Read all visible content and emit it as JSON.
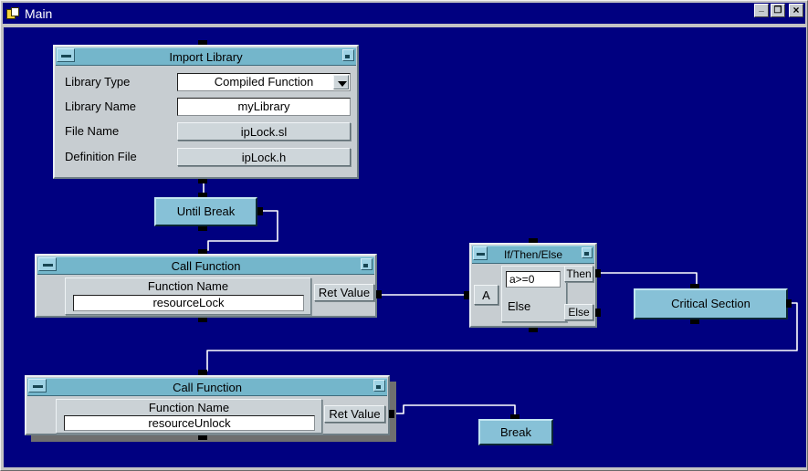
{
  "window": {
    "title": "Main",
    "controls": {
      "minimize": "_",
      "maximize": "❐",
      "close": "×"
    }
  },
  "colors": {
    "canvas": "#000080",
    "object_title": "#74b6cb",
    "object_body": "#c7cdd1",
    "action_box": "#87c1d7",
    "wire": "#ffffff",
    "pin": "#000000"
  },
  "import_library": {
    "title": "Import Library",
    "fields": [
      {
        "label": "Library Type",
        "value": "Compiled Function",
        "type": "dropdown"
      },
      {
        "label": "Library Name",
        "value": "myLibrary",
        "type": "input"
      },
      {
        "label": "File Name",
        "value": "ipLock.sl",
        "type": "button"
      },
      {
        "label": "Definition File",
        "value": "ipLock.h",
        "type": "button"
      }
    ]
  },
  "until_break": {
    "label": "Until Break"
  },
  "call_function_1": {
    "title": "Call Function",
    "field_label": "Function Name",
    "field_value": "resourceLock",
    "ret_label": "Ret Value"
  },
  "if_then_else": {
    "title": "If/Then/Else",
    "input_a": "A",
    "condition": "a>=0",
    "else_text": "Else",
    "then_label": "Then",
    "else_label": "Else"
  },
  "critical_section": {
    "label": "Critical Section"
  },
  "call_function_2": {
    "title": "Call Function",
    "field_label": "Function Name",
    "field_value": "resourceUnlock",
    "ret_label": "Ret Value"
  },
  "break_box": {
    "label": "Break"
  }
}
